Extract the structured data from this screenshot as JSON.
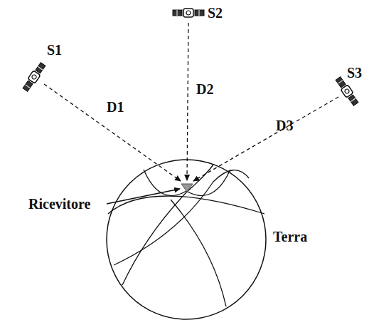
{
  "diagram": {
    "labels": [
      "S1",
      "S2",
      "S3",
      "D1",
      "D2",
      "D3",
      "Ricevitore",
      "Terra"
    ]
  }
}
